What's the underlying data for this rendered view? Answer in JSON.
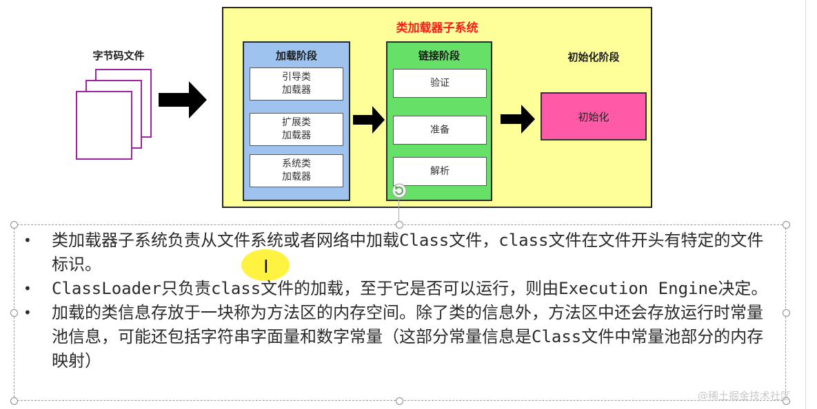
{
  "diagram": {
    "bytecode_label": "字节码文件",
    "subsystem_title": "类加载器子系统",
    "loading_stage": {
      "title": "加载阶段",
      "loaders": [
        "引导类\n加载器",
        "扩展类\n加载器",
        "系统类\n加载器"
      ]
    },
    "linking_stage": {
      "title": "链接阶段",
      "steps": [
        "验证",
        "准备",
        "解析"
      ]
    },
    "init_stage": {
      "title": "初始化阶段",
      "box": "初始化"
    }
  },
  "bullets": [
    "类加载器子系统负责从文件系统或者网络中加载Class文件，class文件在文件开头有特定的文件标识。",
    "ClassLoader只负责class文件的加载，至于它是否可以运行，则由Execution Engine决定。",
    "加载的类信息存放于一块称为方法区的内存空间。除了类的信息外，方法区中还会存放运行时常量池信息，可能还包括字符串字面量和数字常量（这部分常量信息是Class文件中常量池部分的内存映射）"
  ],
  "watermark": "@稀土掘金技术社区",
  "colors": {
    "subsystem_bg": "#ffff99",
    "subsystem_title": "#ff1a1a",
    "loading_stage_bg": "#9dc3ee",
    "linking_stage_bg": "#66e066",
    "init_box_bg": "#ff5aa8",
    "page_border": "#a020a0"
  },
  "icons": [
    "file-stack-icon",
    "right-arrow-icon",
    "rotate-handle-icon",
    "text-cursor-icon"
  ]
}
